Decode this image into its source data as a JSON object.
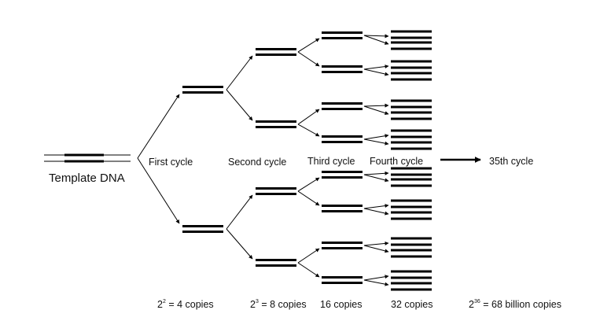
{
  "template": {
    "label": "Template DNA"
  },
  "cycles": [
    {
      "label": "First cycle"
    },
    {
      "label": "Second cycle"
    },
    {
      "label": "Third cycle"
    },
    {
      "label": "Fourth cycle"
    },
    {
      "label": "35th cycle"
    }
  ],
  "counts": [
    {
      "base": "2",
      "exp": "2",
      "rest": " = 4 copies"
    },
    {
      "base": "2",
      "exp": "3",
      "rest": " = 8 copies"
    },
    {
      "base": "",
      "exp": "",
      "rest": "16 copies"
    },
    {
      "base": "",
      "exp": "",
      "rest": "32 copies"
    },
    {
      "base": "2",
      "exp": "36",
      "rest": " = 68 billion copies"
    }
  ]
}
